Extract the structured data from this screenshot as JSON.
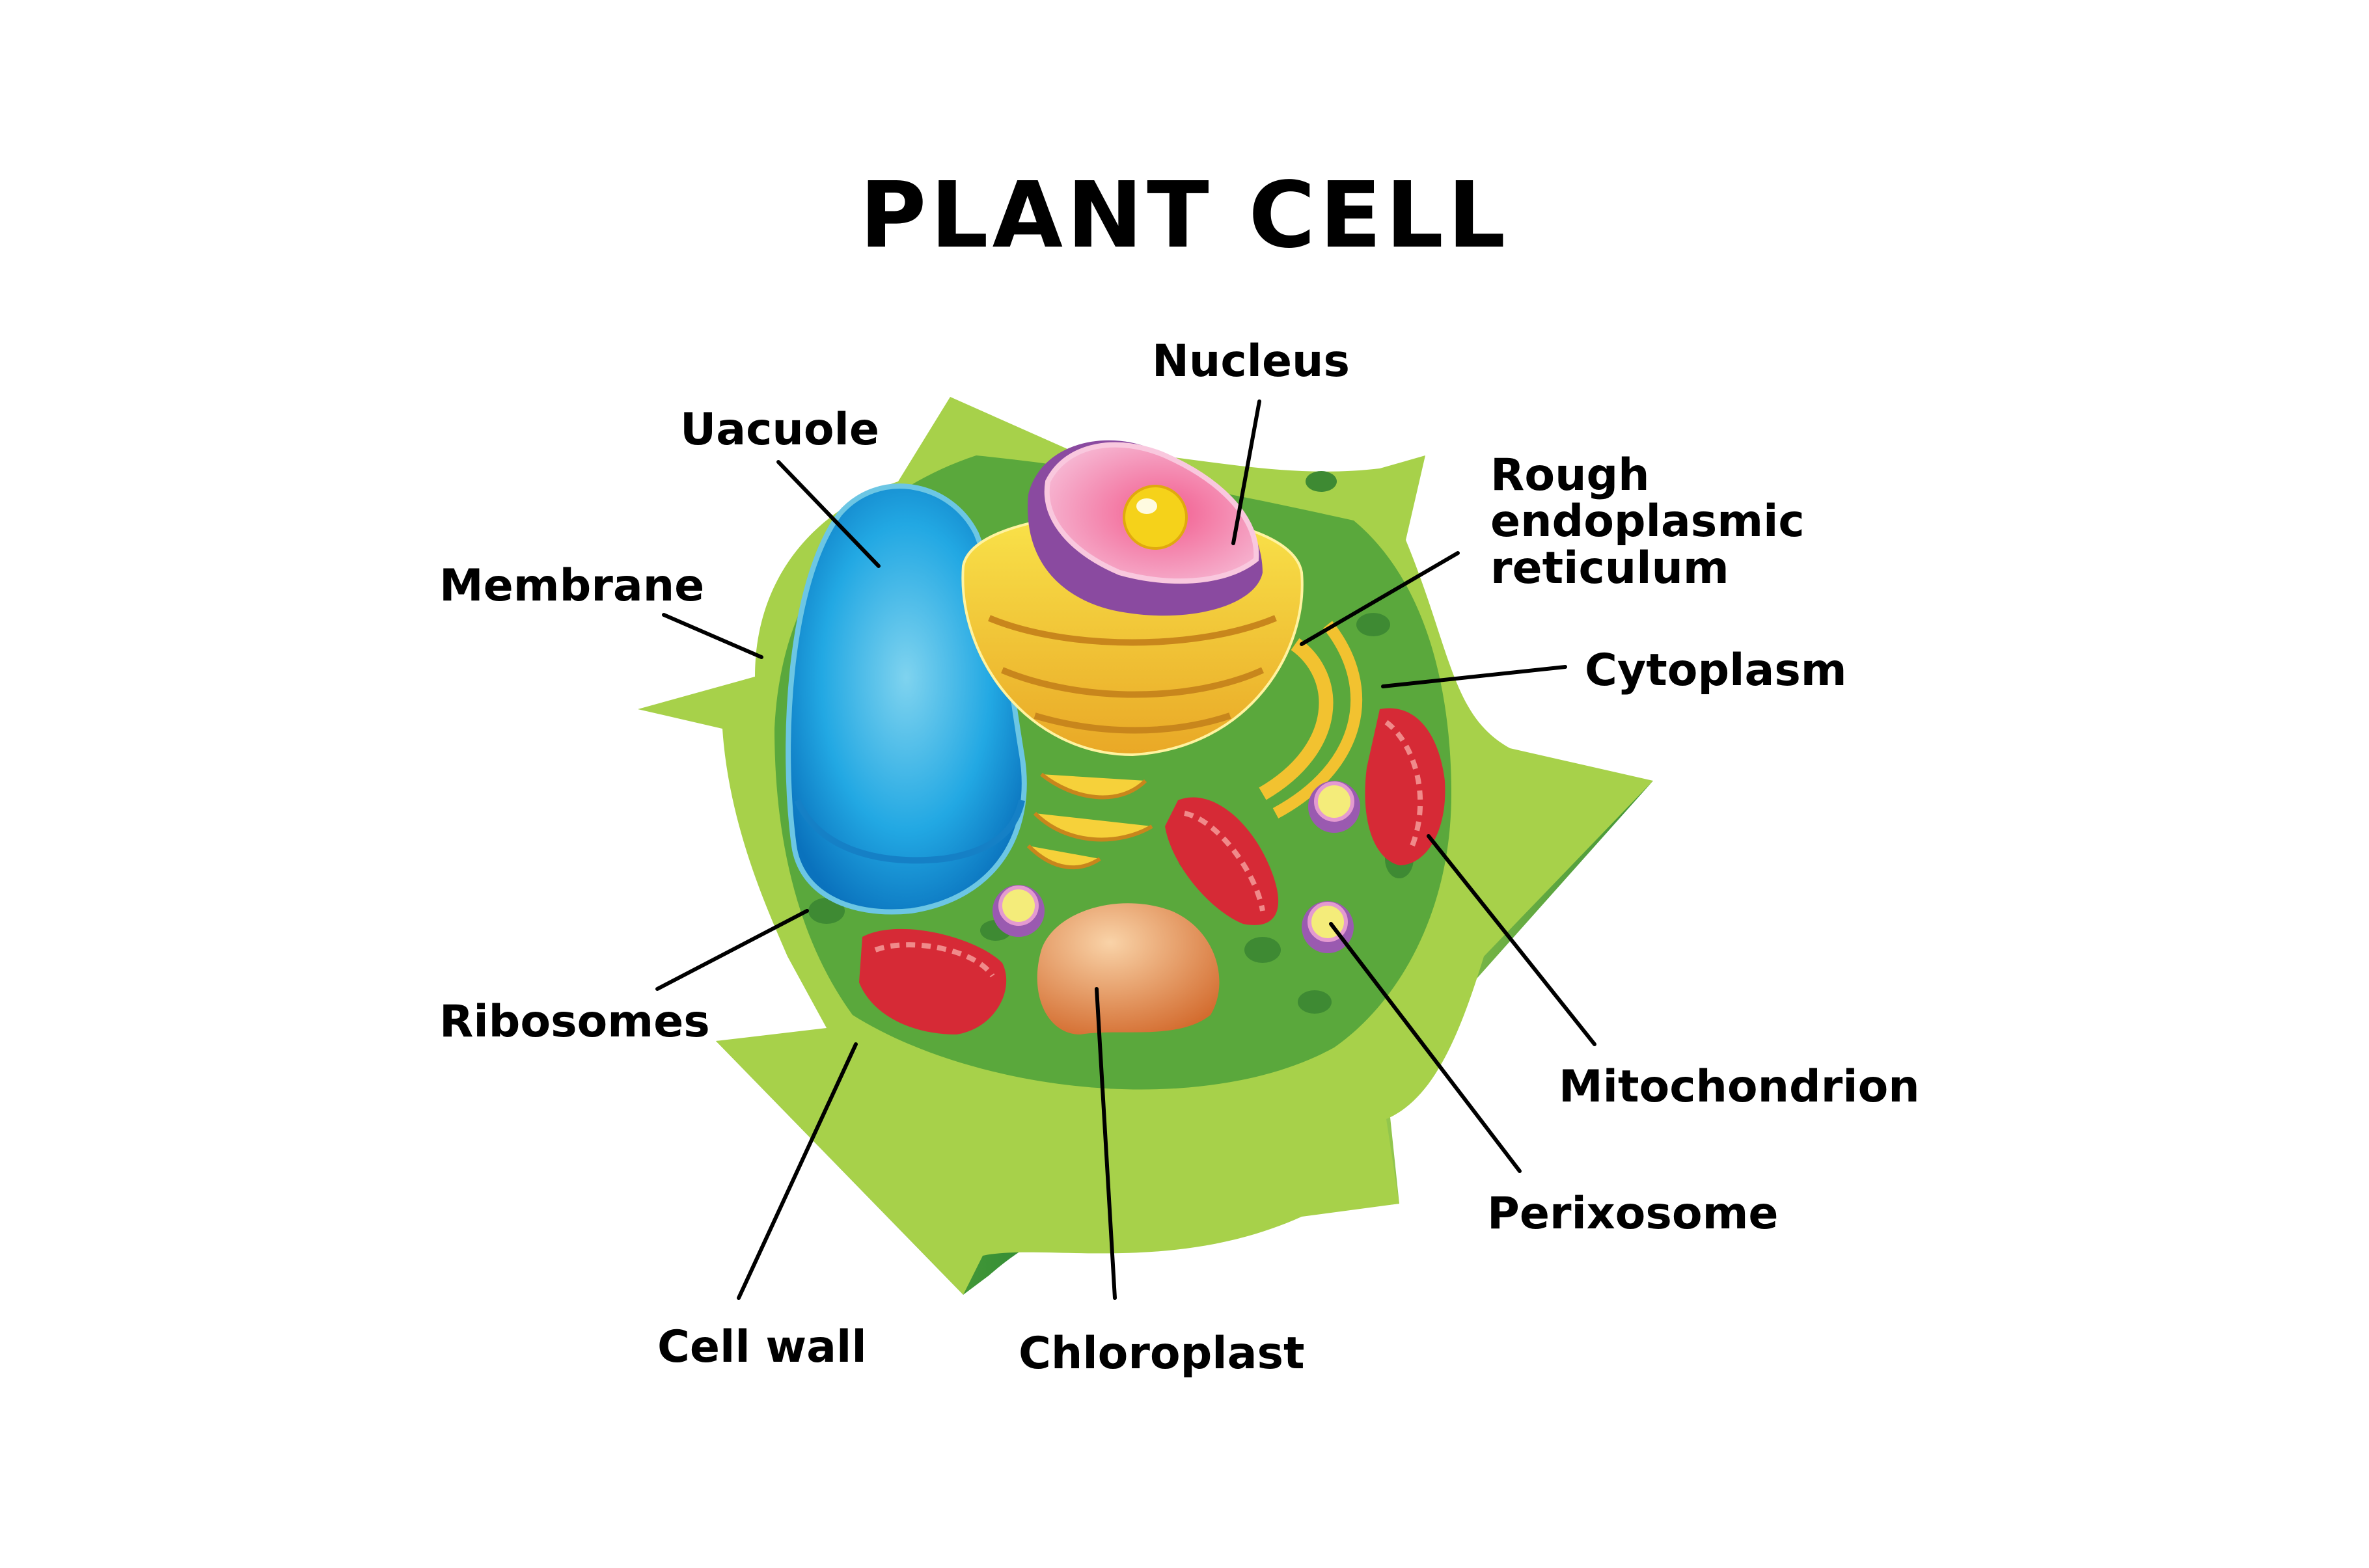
{
  "title": "PLANT CELL",
  "labels": {
    "nucleus": "Nucleus",
    "vacuole": "Uacuole",
    "membrane": "Membrane",
    "rough_er": "Rough\nendoplasmic\nreticulum",
    "cytoplasm": "Cytoplasm",
    "ribosomes": "Ribosomes",
    "mitochondrion": "Mitochondrion",
    "perixosome": "Perixosome",
    "cell_wall": "Cell wall",
    "chloroplast": "Chloroplast"
  },
  "colors": {
    "cell_wall_light": "#a6d04a",
    "cell_wall_dark": "#2e8a32",
    "cytoplasm": "#5aa83c",
    "vacuole": "#1fa2e0",
    "nucleus_outer": "#8a4aa0",
    "nucleus_inner": "#f28fb4",
    "nucleolus": "#f5d21a",
    "er": "#f2c230",
    "mitochondrion": "#d62a36",
    "chloroplast": "#e8955a",
    "peroxisome": "#9a5ab0"
  }
}
